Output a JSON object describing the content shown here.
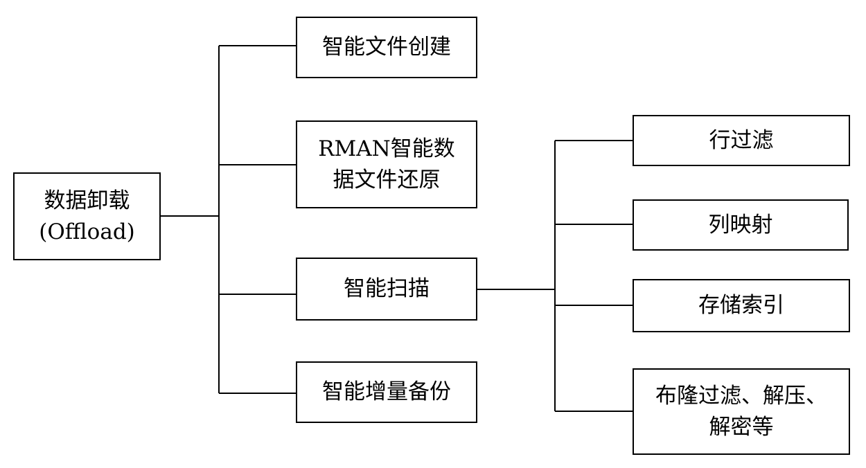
{
  "diagram": {
    "root": {
      "line1": "数据卸载",
      "line2": "(Offload)"
    },
    "level1": [
      {
        "label": "智能文件创建"
      },
      {
        "line1": "RMAN智能数",
        "line2": "据文件还原"
      },
      {
        "label": "智能扫描"
      },
      {
        "label": "智能增量备份"
      }
    ],
    "scan_children": [
      {
        "label": "行过滤"
      },
      {
        "label": "列映射"
      },
      {
        "label": "存储索引"
      },
      {
        "line1": "布隆过滤、解压、",
        "line2": "解密等"
      }
    ]
  }
}
